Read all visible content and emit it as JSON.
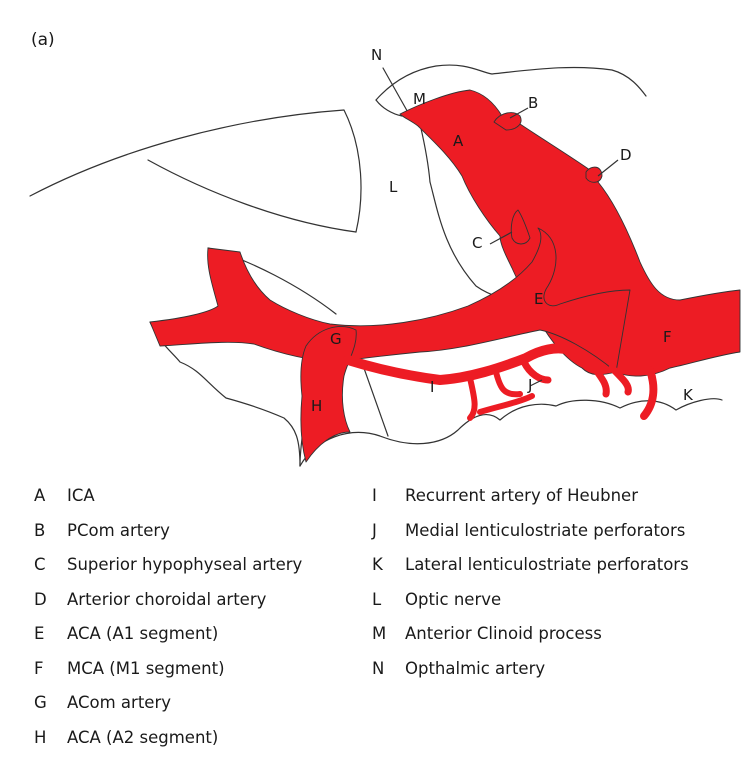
{
  "panel_label": "(a)",
  "diagram_letters": {
    "N": "N",
    "M": "M",
    "A": "A",
    "B": "B",
    "D": "D",
    "L": "L",
    "C": "C",
    "E": "E",
    "F": "F",
    "G": "G",
    "I": "I",
    "J": "J",
    "K": "K",
    "H": "H"
  },
  "legend": {
    "left": [
      {
        "key": "A",
        "text": "ICA"
      },
      {
        "key": "B",
        "text": "PCom artery"
      },
      {
        "key": "C",
        "text": "Superior hypophyseal artery"
      },
      {
        "key": "D",
        "text": "Arterior choroidal artery"
      },
      {
        "key": "E",
        "text": "ACA (A1 segment)"
      },
      {
        "key": "F",
        "text": "MCA (M1 segment)"
      },
      {
        "key": "G",
        "text": "ACom artery"
      },
      {
        "key": "H",
        "text": "ACA (A2 segment)"
      }
    ],
    "right": [
      {
        "key": "I",
        "text": "Recurrent artery of Heubner"
      },
      {
        "key": "J",
        "text": "Medial lenticulostriate perforators"
      },
      {
        "key": "K",
        "text": "Lateral lenticulostriate perforators"
      },
      {
        "key": "L",
        "text": "Optic nerve"
      },
      {
        "key": "M",
        "text": "Anterior Clinoid process"
      },
      {
        "key": "N",
        "text": "Opthalmic artery"
      }
    ]
  },
  "colors": {
    "artery": "#ed1c24",
    "outline": "#333333",
    "background": "#ffffff"
  }
}
